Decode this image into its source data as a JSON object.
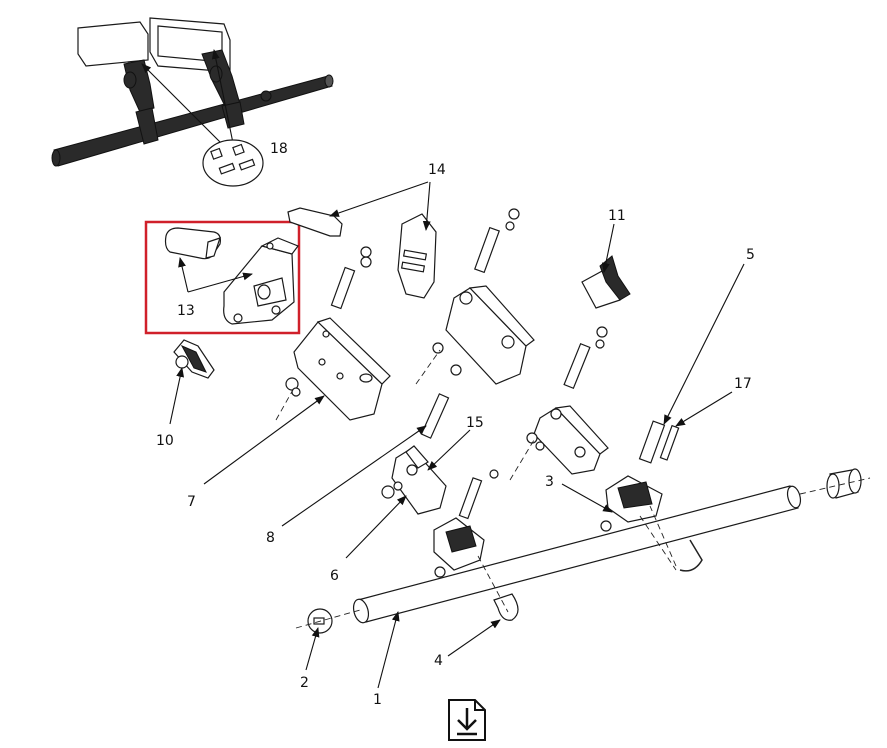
{
  "diagram": {
    "labels": {
      "l1": "1",
      "l2": "2",
      "l3": "3",
      "l4": "4",
      "l5": "5",
      "l6": "6",
      "l7": "7",
      "l8": "8",
      "l10": "10",
      "l11": "11",
      "l13": "13",
      "l14": "14",
      "l15": "15",
      "l17": "17",
      "l18": "18"
    },
    "highlight_color": "#d0202a"
  },
  "actions": {
    "download_icon": "download-icon"
  }
}
